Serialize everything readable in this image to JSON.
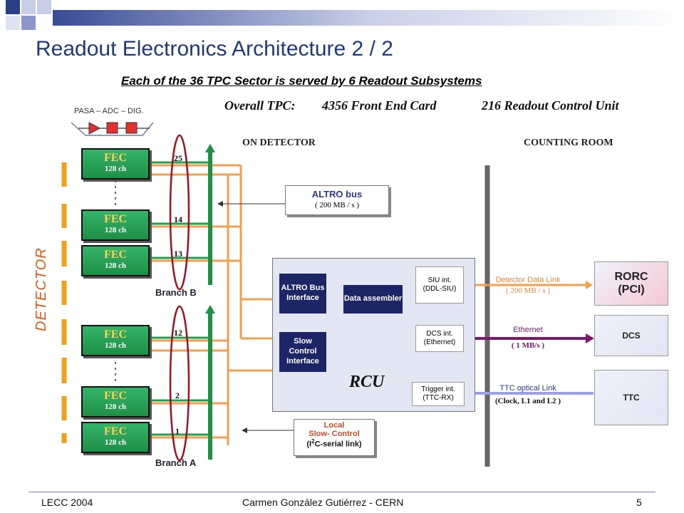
{
  "slide": {
    "title": "Readout Electronics Architecture 2 / 2",
    "subtitle": "Each of the 36 TPC Sector is served by 6 Readout Subsystems",
    "overall": {
      "label": "Overall TPC:",
      "fec_count": "4356 Front End Card",
      "rcu_count": "216  Readout Control Unit"
    },
    "pasa_label": "PASA – ADC – DIG.",
    "sections": {
      "on_detector": "ON  DETECTOR",
      "counting_room": "COUNTING ROOM"
    },
    "detector_label": "DETECTOR"
  },
  "fecs": [
    {
      "title": "FEC",
      "channels": "128 ch",
      "slot": "25"
    },
    {
      "title": "FEC",
      "channels": "128 ch",
      "slot": "14"
    },
    {
      "title": "FEC",
      "channels": "128 ch",
      "slot": "13"
    },
    {
      "title": "FEC",
      "channels": "128 ch",
      "slot": "12"
    },
    {
      "title": "FEC",
      "channels": "128 ch",
      "slot": "2"
    },
    {
      "title": "FEC",
      "channels": "128 ch",
      "slot": "1"
    }
  ],
  "branches": {
    "b": "Branch B",
    "a": "Branch A"
  },
  "altro_bus": {
    "title": "ALTRO bus",
    "rate": "( 200 MB  / s )"
  },
  "local_slow_control": {
    "line1": "Local",
    "line2": "Slow- Control",
    "line3_pre": "(I",
    "line3_sup": "2",
    "line3_post": "C-serial link)"
  },
  "rcu": {
    "label": "RCU",
    "altro_bus_interface": "ALTRO Bus Interface",
    "data_assembler": "Data assembler",
    "slow_control_interface": "Slow Control Interface",
    "siu_int": {
      "line1": "SIU int.",
      "line2": "(DDL-SIU)"
    },
    "dcs_int": {
      "line1": "DCS int.",
      "line2": "(Ethernet)"
    },
    "trigger_int": {
      "line1": "Trigger int.",
      "line2": "(TTC-RX)"
    }
  },
  "links": {
    "ddl": {
      "title": "Detector  Data  Link",
      "rate": "( 200 MB  / s )",
      "color": "#f0a050"
    },
    "ethernet": {
      "title": "Ethernet",
      "rate": "( 1  MB/s )",
      "color": "#7a1a6e"
    },
    "ttc": {
      "title": "TTC optical Link",
      "rate": "(Clock,  L1 and L2 )",
      "color": "#9aa3e0"
    }
  },
  "counting_room": {
    "rorc": {
      "line1": "RORC",
      "line2": "(PCI)"
    },
    "dcs": "DCS",
    "ttc": "TTC"
  },
  "footer": {
    "left": "LECC 2004",
    "center": "Carmen González Gutiérrez - CERN",
    "page": "5"
  }
}
